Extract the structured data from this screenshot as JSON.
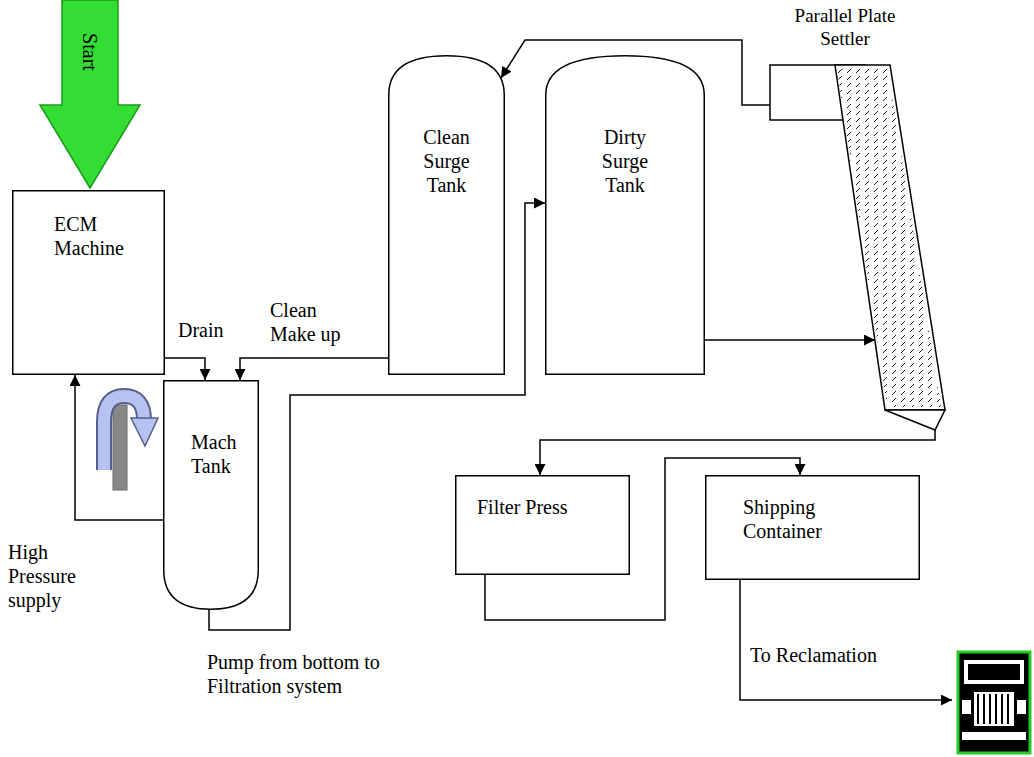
{
  "diagram": {
    "nodes": [
      {
        "text": [
          "Start"
        ]
      },
      {
        "text": [
          "ECM Machine"
        ]
      },
      {
        "text": [
          "Mach Tank"
        ]
      },
      {
        "text": [
          "Clean Surge Tank"
        ]
      },
      {
        "text": [
          "Dirty Surge Tank"
        ]
      },
      {
        "text": [
          "Parallel Plate Settler"
        ]
      },
      {
        "text": [
          "Filter Press"
        ]
      },
      {
        "text": [
          "Shipping Container"
        ]
      }
    ],
    "edges": [
      {
        "from": 1,
        "to": 2,
        "arrow": "to",
        "label": "Drain"
      },
      {
        "from": 3,
        "to": 2,
        "arrow": "to",
        "label": "Clean Make up"
      },
      {
        "from": 2,
        "to": 1,
        "arrow": "to",
        "label": "High Pressure supply"
      },
      {
        "from": 2,
        "to": 4,
        "arrow": "to",
        "label": "Pump from bottom to Filtration system"
      },
      {
        "from": 4,
        "to": 5,
        "arrow": "to"
      },
      {
        "from": 5,
        "to": 3,
        "arrow": "to"
      },
      {
        "from": 5,
        "to": 6,
        "arrow": "to"
      },
      {
        "from": 6,
        "to": 7,
        "arrow": "to"
      }
    ],
    "labels": [
      "To Reclamation"
    ]
  }
}
